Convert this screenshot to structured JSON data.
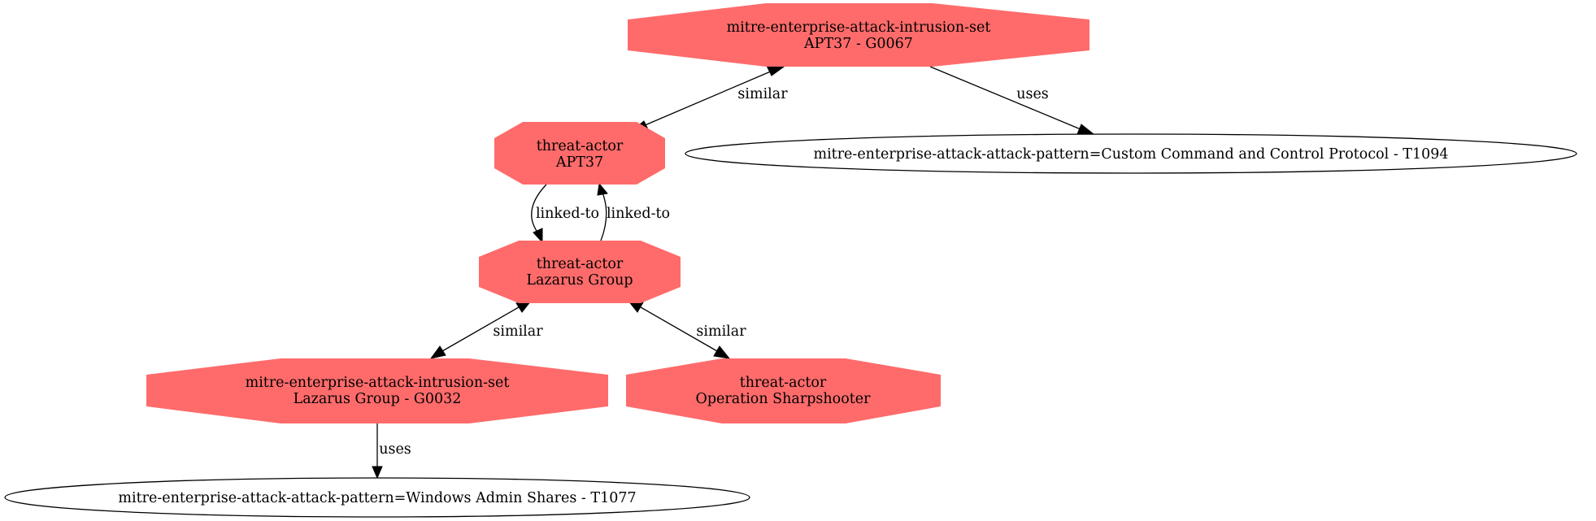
{
  "style": {
    "threat_fill": "#ff6b6b",
    "pattern_fill": "#ffffff",
    "stroke": "#000000"
  },
  "nodes": [
    {
      "id": "apt37_intrusion",
      "line1": "mitre-enterprise-attack-intrusion-set",
      "line2": "APT37 - G0067",
      "shape": "octagon"
    },
    {
      "id": "apt37_actor",
      "line1": "threat-actor",
      "line2": "APT37",
      "shape": "octagon"
    },
    {
      "id": "custom_c2",
      "line1": "mitre-enterprise-attack-attack-pattern=Custom Command and Control Protocol - T1094",
      "line2": "",
      "shape": "ellipse"
    },
    {
      "id": "lazarus_actor",
      "line1": "threat-actor",
      "line2": "Lazarus Group",
      "shape": "octagon"
    },
    {
      "id": "lazarus_intrusion",
      "line1": "mitre-enterprise-attack-intrusion-set",
      "line2": "Lazarus Group - G0032",
      "shape": "octagon"
    },
    {
      "id": "sharpshooter",
      "line1": "threat-actor",
      "line2": "Operation Sharpshooter",
      "shape": "octagon"
    },
    {
      "id": "admin_shares",
      "line1": "mitre-enterprise-attack-attack-pattern=Windows Admin Shares - T1077",
      "line2": "",
      "shape": "ellipse"
    }
  ],
  "edges": [
    {
      "from": "apt37_intrusion",
      "to": "apt37_actor",
      "label": "similar",
      "direction": "both"
    },
    {
      "from": "apt37_intrusion",
      "to": "custom_c2",
      "label": "uses",
      "direction": "forward"
    },
    {
      "from": "apt37_actor",
      "to": "lazarus_actor",
      "label": "linked-to",
      "direction": "forward"
    },
    {
      "from": "lazarus_actor",
      "to": "apt37_actor",
      "label": "linked-to",
      "direction": "forward"
    },
    {
      "from": "lazarus_actor",
      "to": "lazarus_intrusion",
      "label": "similar",
      "direction": "both"
    },
    {
      "from": "lazarus_actor",
      "to": "sharpshooter",
      "label": "similar",
      "direction": "both"
    },
    {
      "from": "lazarus_intrusion",
      "to": "admin_shares",
      "label": "uses",
      "direction": "forward"
    }
  ]
}
